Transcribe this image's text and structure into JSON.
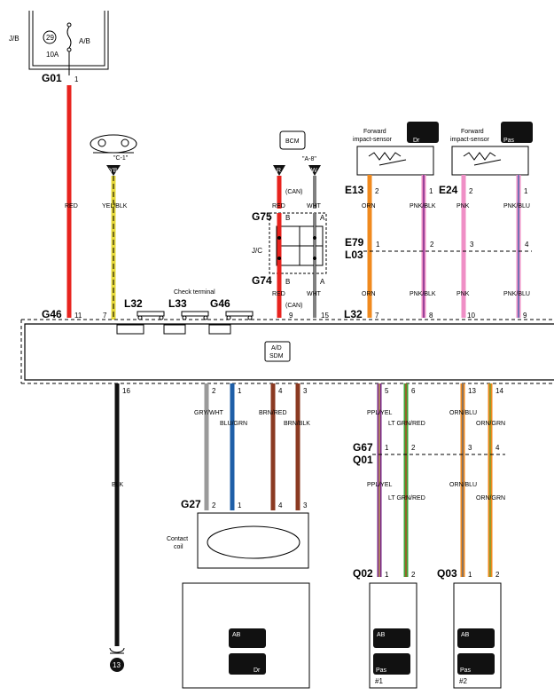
{
  "jb": {
    "label": "J/B",
    "fuse_number": "29",
    "fuse_name": "A/B",
    "fuse_amp": "10A"
  },
  "connectors": {
    "G01": "G01",
    "G46": "G46",
    "L32": "L32",
    "L33": "L33",
    "E13": "E13",
    "E24": "E24",
    "E79": "E79",
    "L03": "L03",
    "G75": "G75",
    "G74": "G74",
    "G67": "G67",
    "Q01": "Q01",
    "G27": "G27",
    "Q02": "Q02",
    "Q03": "Q03"
  },
  "pins": {
    "g01": "1",
    "g46_11": "11",
    "l32_7": "7",
    "l32_8": "8",
    "l32_10": "10",
    "l32_9": "9",
    "g46_9": "9",
    "g46_15": "15",
    "p16": "16",
    "p2": "2",
    "p1": "1",
    "p4": "4",
    "p3": "3",
    "p5": "5",
    "p6": "6",
    "p13": "13",
    "p14": "14",
    "e2": "2",
    "e1": "1",
    "e24_2": "2",
    "e24_1": "1",
    "e79_1": "1",
    "e79_2": "2",
    "e79_3": "3",
    "e79_4": "4",
    "g67_1": "1",
    "g67_2": "2",
    "g67_3": "3",
    "g67_4": "4",
    "g27_2": "2",
    "g27_1": "1",
    "g27_4": "4",
    "g27_3": "3",
    "q02_1": "1",
    "q02_2": "2",
    "q03_1": "1",
    "q03_2": "2",
    "pinB1": "B",
    "pinA1": "A",
    "pinB2": "B",
    "pinA2": "A"
  },
  "wires": {
    "red": "RED",
    "yel_blk": "YEL/BLK",
    "wht": "WHT",
    "orn": "ORN",
    "pnk_blk": "PNK/BLK",
    "pnk": "PNK",
    "pnk_blu": "PNK/BLU",
    "blk": "BLK",
    "gry_wht": "GRY/WHT",
    "blu_grn": "BLU/GRN",
    "brn_red": "BRN/RED",
    "brn_blk": "BRN/BLK",
    "ppl_yel": "PPL/YEL",
    "lt_grn_red": "LT GRN/RED",
    "orn_blu": "ORN/BLU",
    "orn_grn": "ORN/GRN"
  },
  "labels": {
    "yb": "YB",
    "r": "R",
    "w": "W",
    "meter_ref": "\"C-1\"",
    "bcm": "BCM",
    "bcm_ref": "\"A-8\"",
    "can": "(CAN)",
    "jc": "J/C",
    "check_terminal": "Check terminal",
    "forward_sensor": "Forward",
    "impact_sensor": "impact-sensor",
    "sdm_ad": "A/D",
    "sdm": "SDM",
    "contact_coil_1": "Contact",
    "contact_coil_2": "coil",
    "ab": "AB",
    "pas": "Pas",
    "dr": "Dr",
    "unit1": "#1",
    "unit2": "#2",
    "ground": "13"
  },
  "colors": {
    "red": "#e8231e",
    "yellow": "#e6d93a",
    "orange": "#f08a1e",
    "pink": "#ef8fc6",
    "purple": "#7b2a8a",
    "blue": "#1f5fa8",
    "brown": "#8b3a22",
    "gray": "#9a9a9a",
    "green": "#3aa93a",
    "black": "#111111"
  }
}
